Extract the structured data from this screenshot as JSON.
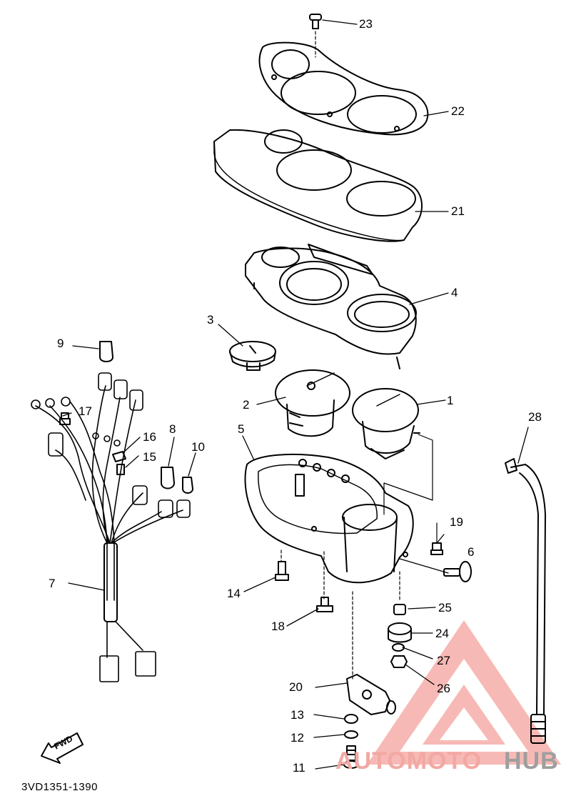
{
  "labels": [
    "23",
    "22",
    "21",
    "4",
    "3",
    "9",
    "17",
    "16",
    "15",
    "8",
    "10",
    "2",
    "1",
    "28",
    "5",
    "19",
    "6",
    "7",
    "14",
    "18",
    "25",
    "24",
    "27",
    "26",
    "20",
    "13",
    "12",
    "11"
  ],
  "fwd": "FWD",
  "drawing_code": "3VD1351-1390",
  "watermark": {
    "word1": "AUTOMOTO",
    "word2": "HUB",
    "color1": "#f2a8a3",
    "color2": "#9e9e9e"
  },
  "line_color": "#000000"
}
